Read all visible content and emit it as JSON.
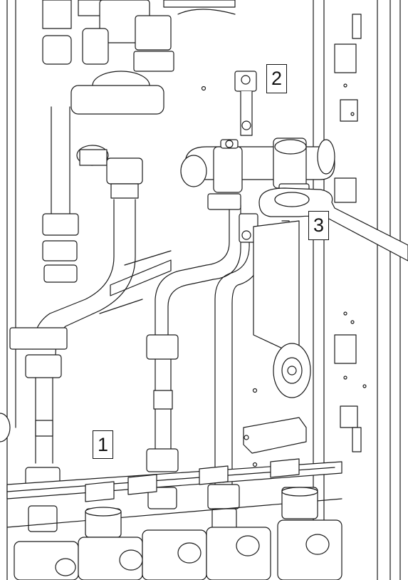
{
  "callouts": [
    {
      "id": "1",
      "label": "1"
    },
    {
      "id": "2",
      "label": "2"
    },
    {
      "id": "3",
      "label": "3"
    }
  ],
  "colors": {
    "line": "#1a1a1a",
    "fill": "#ffffff",
    "shade": "#e8e8e8"
  }
}
